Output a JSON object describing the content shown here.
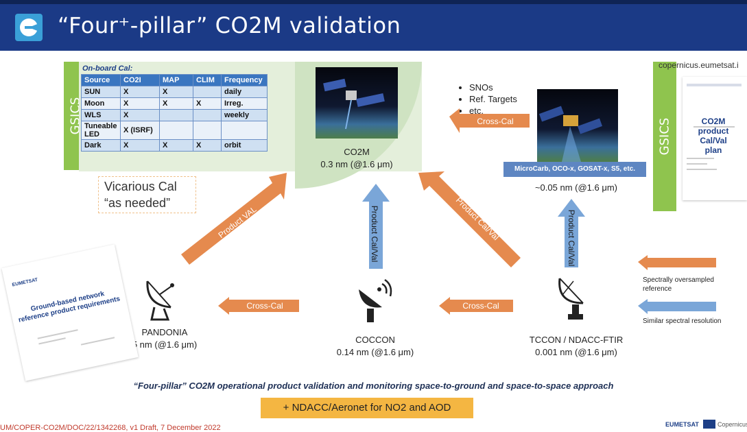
{
  "header": {
    "title": "“Four⁺-pillar” CO2M validation"
  },
  "gsics": {
    "left_label": "GSICS",
    "right_label": "GSICS"
  },
  "onboard_cal": {
    "caption": "On-board Cal:",
    "headers": [
      "Source",
      "CO2I",
      "MAP",
      "CLIM",
      "Frequency"
    ],
    "rows": [
      [
        "SUN",
        "X",
        "X",
        "",
        "daily"
      ],
      [
        "Moon",
        "X",
        "X",
        "X",
        "Irreg."
      ],
      [
        "WLS",
        "X",
        "",
        "",
        "weekly"
      ],
      [
        "Tuneable LED",
        "X (ISRF)",
        "",
        "",
        ""
      ],
      [
        "Dark",
        "X",
        "X",
        "X",
        "orbit"
      ]
    ]
  },
  "vicarious": {
    "line1": "Vicarious Cal",
    "line2": "“as needed”"
  },
  "co2m": {
    "name": "CO2M",
    "resolution": "0.3 nm (@1.6 μm)"
  },
  "bullets": [
    "SNOs",
    "Ref. Targets",
    "etc."
  ],
  "microcarb": {
    "bar": "MicroCarb, OCO-x, GOSAT-x, S5, etc.",
    "resolution": "~0.05 nm (@1.6 μm)"
  },
  "arrows": {
    "cross_cal_top": "Cross-Cal",
    "product_val": "Product VAL",
    "product_calval_center": "Product Cal/Val",
    "product_calval_diag": "Product Cal/Val",
    "product_calval_right": "Product Cal/Val",
    "cross_cal_left": "Cross-Cal",
    "cross_cal_right": "Cross-Cal"
  },
  "stations": {
    "pandonia": {
      "name": "PANDONIA",
      "resolution": "5 nm (@1.6 μm)"
    },
    "coccon": {
      "name": "COCCON",
      "resolution": "0.14 nm (@1.6 μm)"
    },
    "tccon": {
      "name": "TCCON / NDACC-FTIR",
      "resolution": "0.001 nm (@1.6 μm)"
    }
  },
  "legend": {
    "orange": "Spectrally oversampled reference",
    "blue": "Similar spectral resolution"
  },
  "left_doc": {
    "brand": "EUMETSAT",
    "title": "Ground-based network reference product requirements"
  },
  "right_doc": {
    "url": "copernicus.eumetsat.i",
    "title": "CO2M product Cal/Val plan"
  },
  "footer": {
    "caption": "“Four-pillar” CO2M operational product validation and monitoring space-to-ground and space-to-space approach",
    "ndacc": "+ NDACC/Aeronet for NO2 and AOD",
    "doc_id": "UM/COPER-CO2M/DOC/22/1342268, v1 Draft, 7 December 2022",
    "logo_eumetsat": "EUMETSAT",
    "logo_copernicus": "Copernicus"
  },
  "colors": {
    "header": "#1b3a86",
    "gsics": "#8fc44e",
    "orange_arrow": "#e58a4e",
    "blue_arrow": "#7aa6d8",
    "ndacc": "#f4b642"
  }
}
